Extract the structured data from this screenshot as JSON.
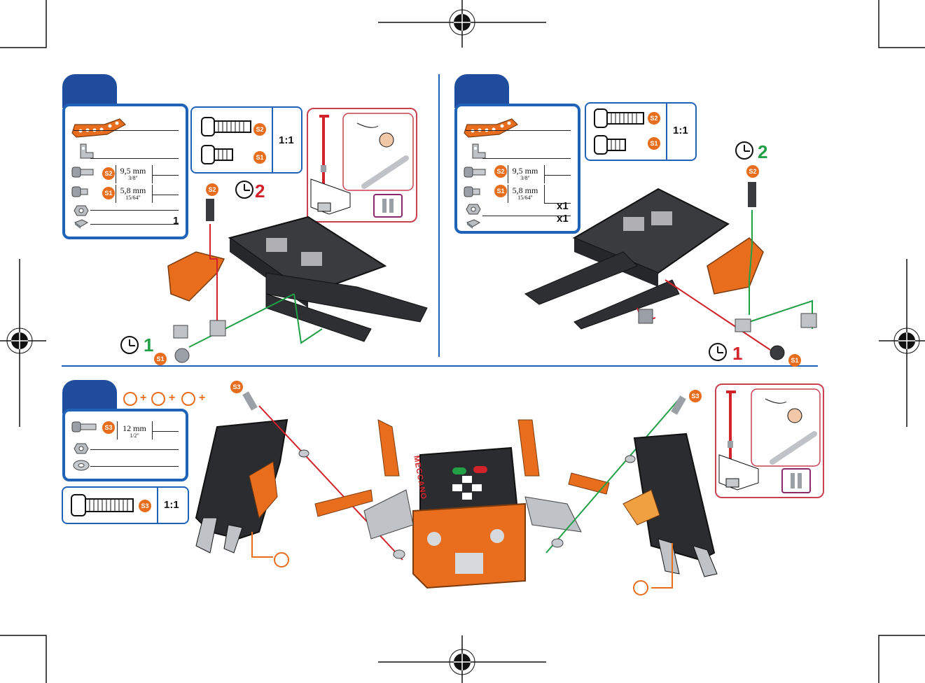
{
  "steps": {
    "top_left": {
      "parts_list": [
        {
          "icon": "angled-orange-beam-icon",
          "qty": ""
        },
        {
          "icon": "angle-bracket-icon",
          "qty": ""
        },
        {
          "icon": "screw-s2-icon",
          "badge": "S2",
          "size": "9,5 mm",
          "inch": "3/8\"",
          "qty": ""
        },
        {
          "icon": "screw-s1-icon",
          "badge": "S1",
          "size": "5,8 mm",
          "inch": "15/64\"",
          "qty": ""
        },
        {
          "icon": "hex-nut-icon",
          "qty": ""
        },
        {
          "icon": "square-nut-icon",
          "qty": "1"
        }
      ],
      "scale_box": {
        "badges": [
          "S2",
          "S1"
        ],
        "ratio": "1:1"
      },
      "callouts": [
        {
          "badge": "S2",
          "clock_num": "2"
        },
        {
          "badge": "S1",
          "clock_num": "1"
        }
      ]
    },
    "top_right": {
      "parts_list": [
        {
          "icon": "angled-orange-beam-icon",
          "qty": ""
        },
        {
          "icon": "angle-bracket-icon",
          "qty": ""
        },
        {
          "icon": "screw-s2-icon",
          "badge": "S2",
          "size": "9,5 mm",
          "inch": "3/8\"",
          "qty": ""
        },
        {
          "icon": "screw-s1-icon",
          "badge": "S1",
          "size": "5,8 mm",
          "inch": "15/64\"",
          "qty": "x1"
        },
        {
          "icon": "hex-nut-icon",
          "qty": "x1"
        },
        {
          "icon": "square-nut-icon",
          "qty": ""
        }
      ],
      "scale_box": {
        "badges": [
          "S2",
          "S1"
        ],
        "ratio": "1:1"
      },
      "callouts": [
        {
          "badge": "S2",
          "clock_num": "2"
        },
        {
          "badge": "S1",
          "clock_num": "1"
        }
      ]
    },
    "bottom": {
      "parts_list": [
        {
          "icon": "screw-s3-icon",
          "badge": "S3",
          "size": "12 mm",
          "inch": "1/2\""
        },
        {
          "icon": "lock-nut-icon"
        },
        {
          "icon": "washer-icon"
        }
      ],
      "sequence_plus": [
        "+",
        "+",
        "+"
      ],
      "scale_box": {
        "badge": "S3",
        "ratio": "1:1"
      },
      "callouts": [
        {
          "badge": "S3"
        },
        {
          "badge": "S3"
        }
      ],
      "robot_brand": "MECCANO"
    }
  },
  "colors": {
    "accent_blue": "#1f63b8",
    "tab_blue": "#1f4c9d",
    "orange": "#e86e1e",
    "green": "#21a046",
    "red": "#d2232a"
  }
}
